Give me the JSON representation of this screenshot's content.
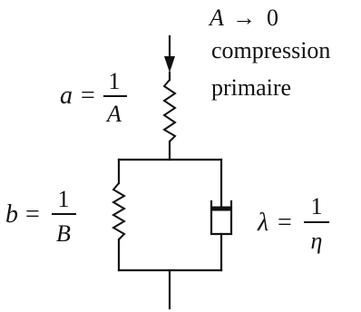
{
  "annotation": {
    "limit_var": "A",
    "limit_arrow": "→",
    "limit_value": "0",
    "line1": "compression",
    "line2": "primaire"
  },
  "param_a": {
    "symbol": "a",
    "equals": "=",
    "numerator": "1",
    "denominator": "A"
  },
  "param_b": {
    "symbol": "b",
    "equals": "=",
    "numerator": "1",
    "denominator": "B"
  },
  "param_lambda": {
    "symbol": "λ",
    "equals": "=",
    "numerator": "1",
    "denominator": "η"
  }
}
